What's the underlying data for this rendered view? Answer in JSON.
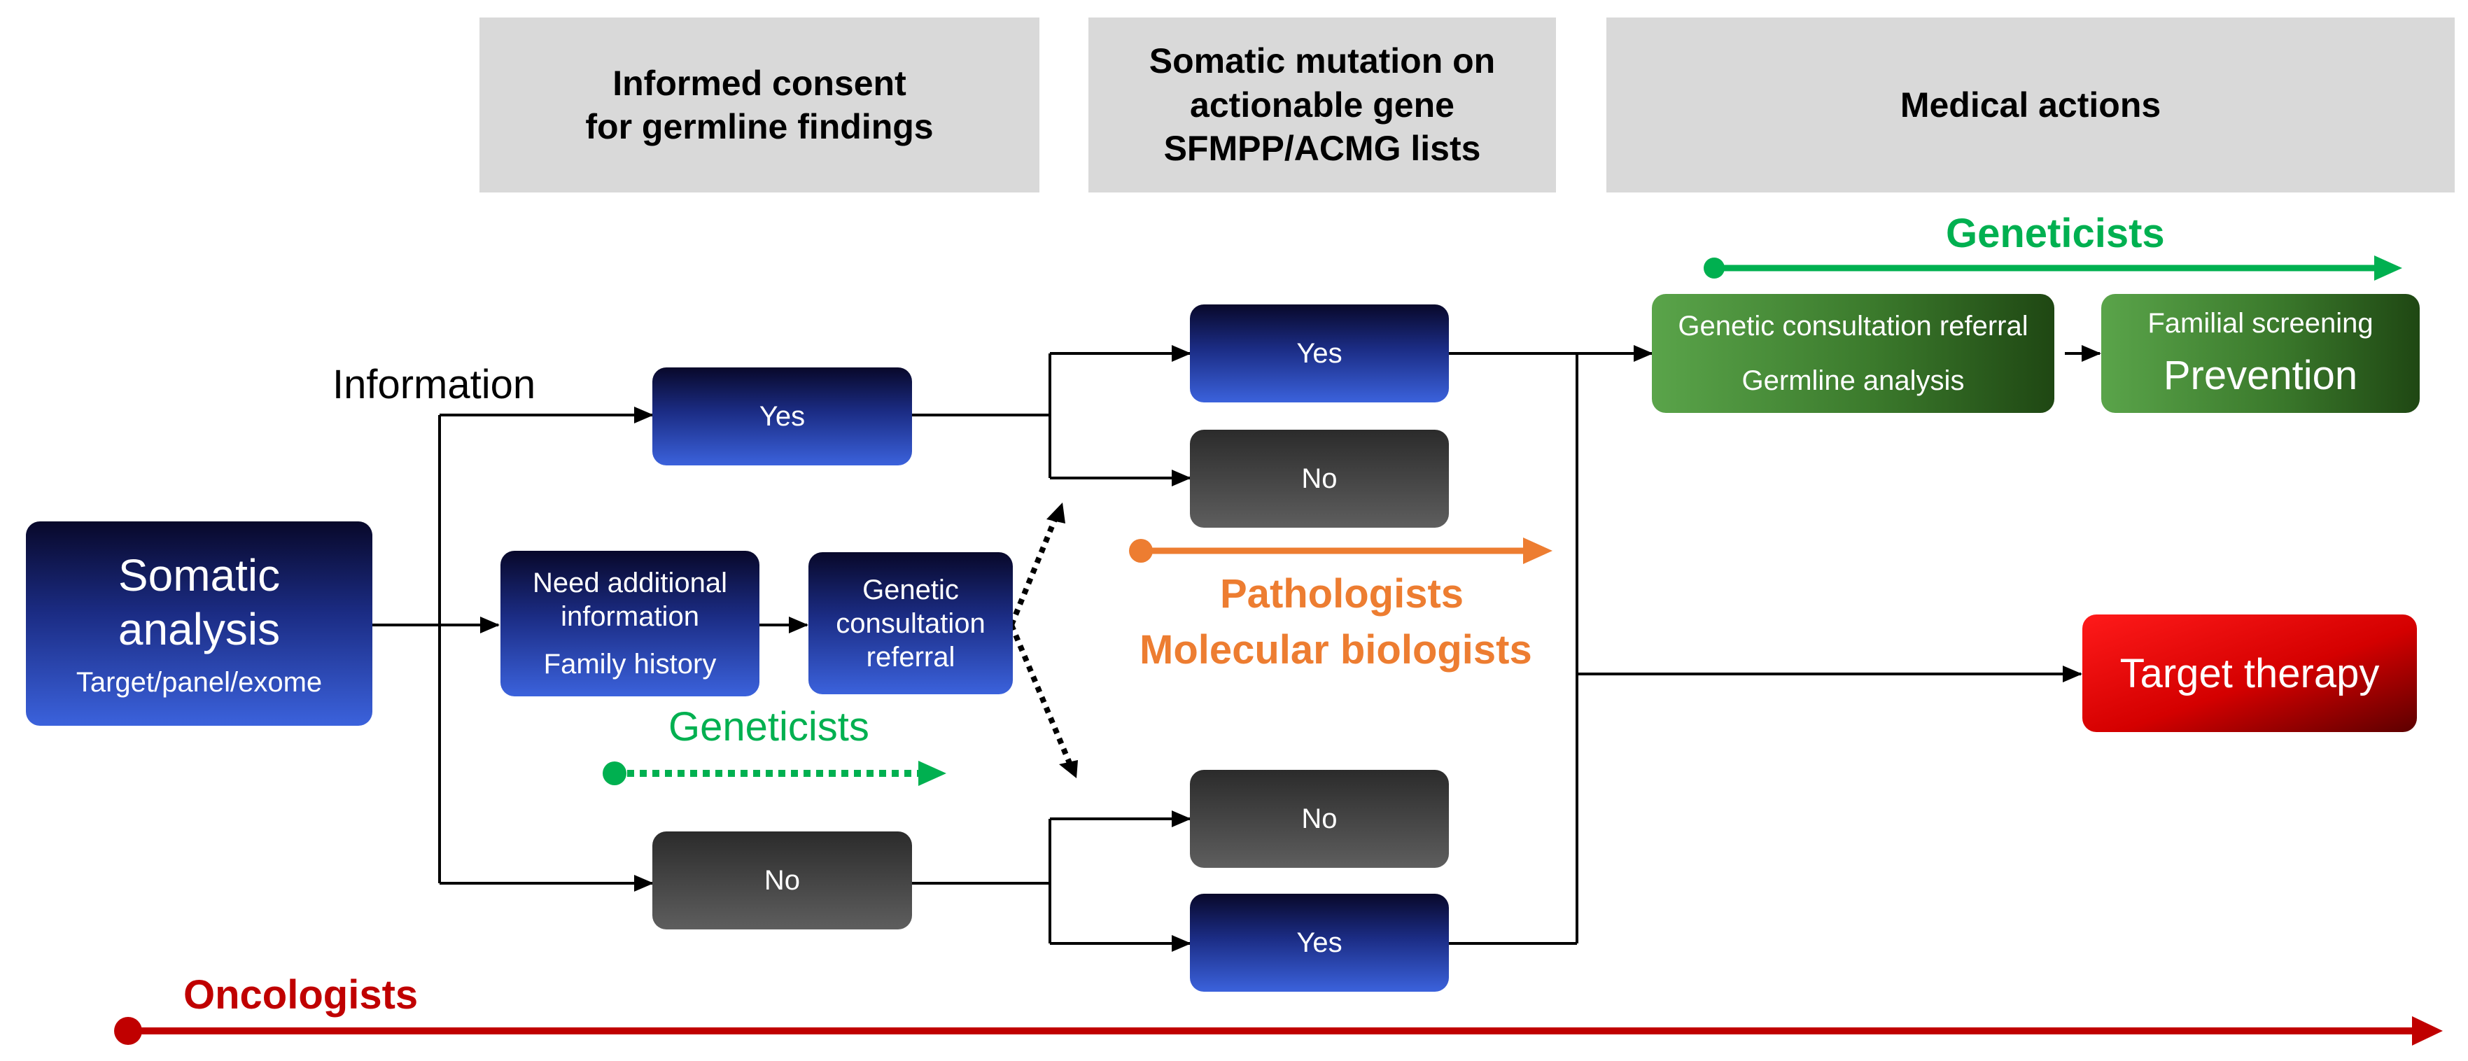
{
  "headers": {
    "consent": "Informed consent\nfor germline findings",
    "somatic": "Somatic mutation on\nactionable gene\nSFMPP/ACMG lists",
    "medical": "Medical actions"
  },
  "nodes": {
    "somatic_analysis": {
      "title": "Somatic\nanalysis",
      "subtitle": "Target/panel/exome"
    },
    "information_label": "Information",
    "consent_yes": "Yes",
    "consent_no": "No",
    "need_info": {
      "line1": "Need additional\ninformation",
      "line2": "Family history"
    },
    "genetic_referral": "Genetic\nconsultation\nreferral",
    "top_yes": "Yes",
    "top_no": "No",
    "bottom_no": "No",
    "bottom_yes": "Yes",
    "genetic_consult_box": {
      "line1": "Genetic consultation referral",
      "line2": "Germline analysis"
    },
    "prevention_box": {
      "line1": "Familial screening",
      "line2": "Prevention"
    },
    "target_therapy": "Target therapy"
  },
  "roles": {
    "geneticists_top": "Geneticists",
    "geneticists_mid": "Geneticists",
    "pathologists": "Pathologists",
    "molecular_biologists": "Molecular biologists",
    "oncologists": "Oncologists"
  },
  "colors": {
    "geneticists": "#00b050",
    "pathologists": "#ed7d31",
    "oncologists": "#c00000",
    "header_bg": "#d9d9d9"
  }
}
